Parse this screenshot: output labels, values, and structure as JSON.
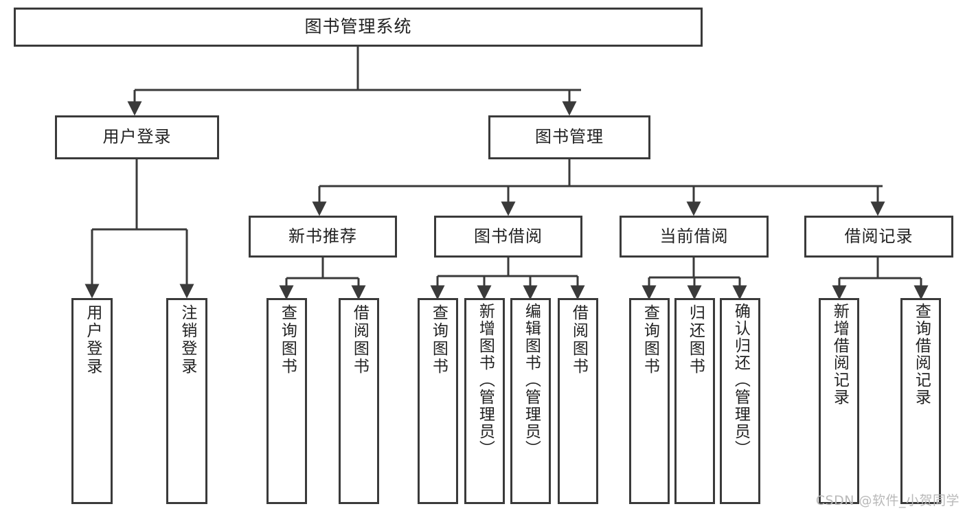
{
  "diagram": {
    "title": "图书管理系统",
    "type": "hierarchy-tree",
    "root": {
      "label": "图书管理系统"
    },
    "level2": [
      {
        "label": "用户登录"
      },
      {
        "label": "图书管理"
      }
    ],
    "level3": [
      {
        "label": "新书推荐"
      },
      {
        "label": "图书借阅"
      },
      {
        "label": "当前借阅"
      },
      {
        "label": "借阅记录"
      }
    ],
    "leaves": {
      "user_login": [
        {
          "label": "用户登录"
        },
        {
          "label": "注销登录"
        }
      ],
      "new_book_recommend": [
        {
          "label": "查询图书"
        },
        {
          "label": "借阅图书"
        }
      ],
      "book_borrow": [
        {
          "label": "查询图书"
        },
        {
          "label": "新增图书（管理员）"
        },
        {
          "label": "编辑图书（管理员）"
        },
        {
          "label": "借阅图书"
        }
      ],
      "current_borrow": [
        {
          "label": "查询图书"
        },
        {
          "label": "归还图书"
        },
        {
          "label": "确认归还（管理员）"
        }
      ],
      "borrow_record": [
        {
          "label": "新增借阅记录"
        },
        {
          "label": "查询借阅记录"
        }
      ]
    }
  },
  "watermark": {
    "text": "CSDN @软件_小贺同学"
  },
  "colors": {
    "box_border": "#3a3a3a",
    "box_fill": "#ffffff",
    "edge": "#3a3a3a",
    "text": "#222222",
    "watermark": "#b9b9b9"
  }
}
